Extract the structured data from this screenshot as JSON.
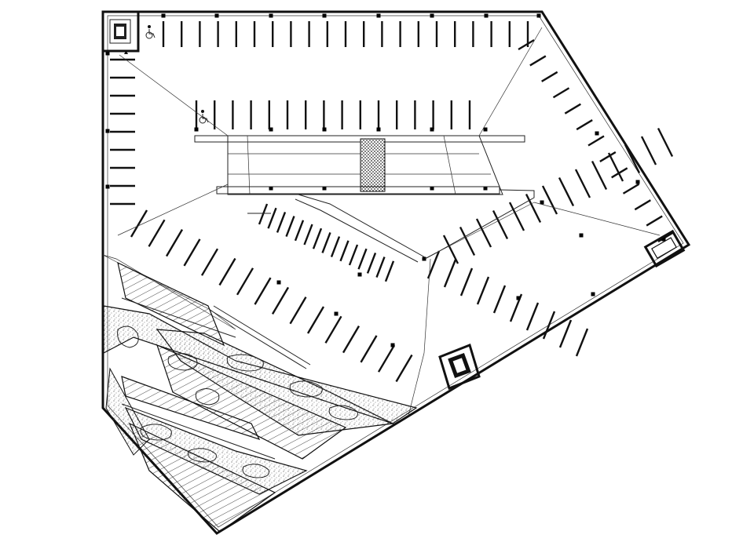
{
  "drawing": {
    "description_visible_text": "",
    "stroke_color": "#111111",
    "fill_texture_color": "#555555",
    "background_color": "#ffffff"
  },
  "symbols": {
    "accessible_parking": "wheelchair-symbol",
    "stair_core": "stair-core-symbol",
    "elevator": "elevator-symbol"
  }
}
